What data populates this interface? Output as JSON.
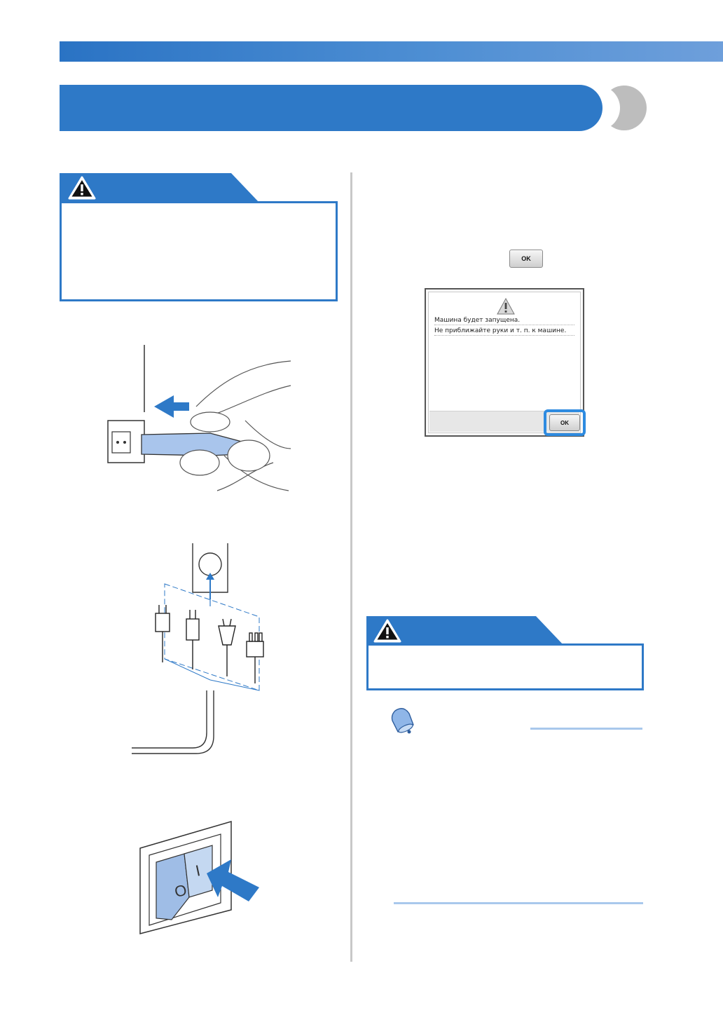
{
  "colors": {
    "accent": "#2e79c7",
    "header_band": "#2a73c4",
    "memo_line": "#a9c8ec",
    "highlight": "#2e8be0"
  },
  "icons": {
    "warning": "warning-triangle-icon",
    "memo": "memo-bell-icon"
  },
  "ok_button": {
    "label": "OK"
  },
  "lcd_dialog": {
    "line1": "Машина будет запущена.",
    "line2": "Не приближайте руки и т. п. к машине.",
    "ok_label": "OK"
  },
  "switch_labels": {
    "off": "O",
    "on": "I"
  }
}
